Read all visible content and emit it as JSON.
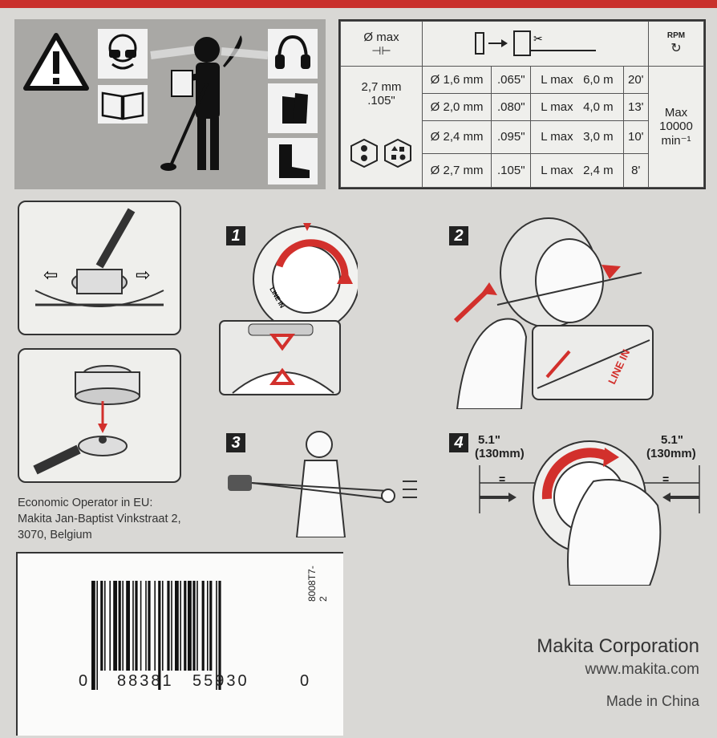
{
  "spec_table": {
    "dia_max_label": "Ø max",
    "rpm_label": "RPM",
    "line_max": "2,7 mm",
    "line_max_in": ".105\"",
    "rows": [
      {
        "dia": "Ø 1,6 mm",
        "inch": ".065\"",
        "lmax": "L max",
        "m": "6,0 m",
        "ft": "20'"
      },
      {
        "dia": "Ø 2,0 mm",
        "inch": ".080\"",
        "lmax": "L max",
        "m": "4,0 m",
        "ft": "13'"
      },
      {
        "dia": "Ø 2,4 mm",
        "inch": ".095\"",
        "lmax": "L max",
        "m": "3,0 m",
        "ft": "10'"
      },
      {
        "dia": "Ø 2,7 mm",
        "inch": ".105\"",
        "lmax": "L max",
        "m": "2,4 m",
        "ft": "8'"
      }
    ],
    "max_label": "Max",
    "max_rpm": "10000",
    "rpm_unit": "min⁻¹"
  },
  "steps": {
    "s1": "1",
    "s2": "2",
    "s3": "3",
    "s4": "4",
    "line_in": "LINE IN",
    "dim_left": "5.1\"",
    "dim_left_mm": "(130mm)",
    "dim_right": "5.1\"",
    "dim_right_mm": "(130mm)",
    "eq": "="
  },
  "operator": {
    "line1": "Economic Operator in EU:",
    "line2": "Makita Jan-Baptist Vinkstraat 2,",
    "line3": "3070, Belgium"
  },
  "barcode": {
    "d1": "0",
    "d2": "88381",
    "d3": "55930",
    "d4": "0",
    "code": "8008T7-2"
  },
  "company": {
    "name": "Makita Corporation",
    "url": "www.makita.com",
    "origin": "Made in China"
  },
  "colors": {
    "accent": "#d2302c",
    "panel": "#a9a8a5",
    "background": "#d9d8d5"
  }
}
